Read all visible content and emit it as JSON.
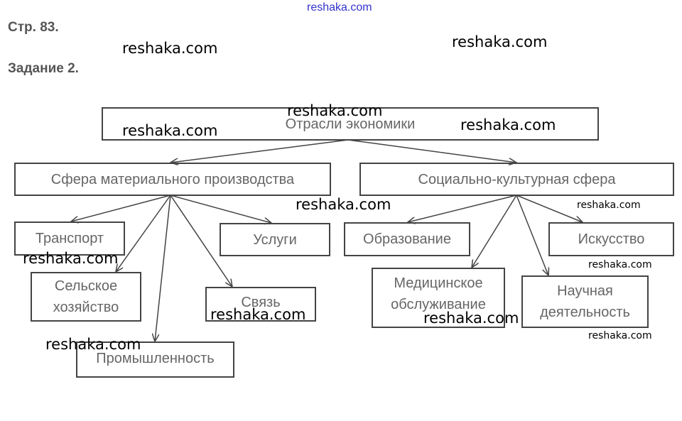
{
  "header": {
    "page": "Стр. 83.",
    "task": "Задание 2."
  },
  "diagram": {
    "root": "Отрасли экономики",
    "material": "Сфера материального производства",
    "social": "Социально-культурная сфера",
    "material_items": [
      "Транспорт",
      "Услуги",
      "Сельское хозяйство",
      "Связь",
      "Промышленность"
    ],
    "social_items": [
      "Образование",
      "Искусство",
      "Медицинское обслуживание",
      "Научная деятельность"
    ]
  },
  "watermark": "reshaka.com"
}
